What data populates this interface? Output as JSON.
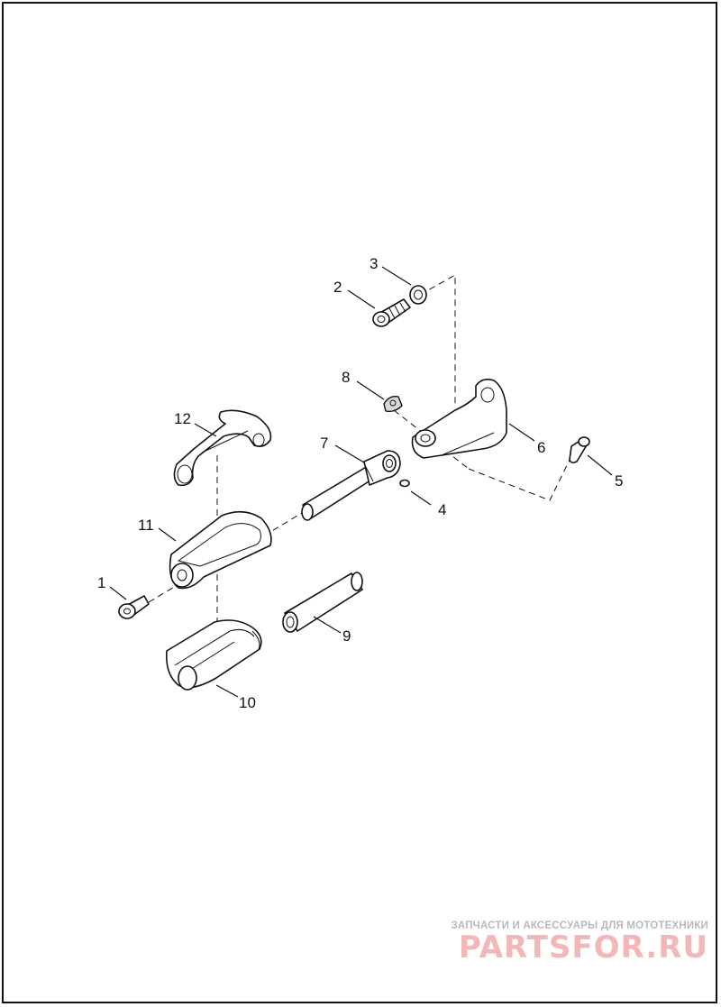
{
  "diagram": {
    "callouts": [
      "1",
      "2",
      "3",
      "4",
      "5",
      "6",
      "7",
      "8",
      "9",
      "10",
      "11",
      "12"
    ]
  },
  "watermark": {
    "tagline": "ЗАПЧАСТИ И АКСЕССУАРЫ ДЛЯ МОТОТЕХНИКИ",
    "brand": "PARTSFOR.RU",
    "brand_color": "#f3b7b7",
    "tagline_color": "#b9b9b9"
  }
}
